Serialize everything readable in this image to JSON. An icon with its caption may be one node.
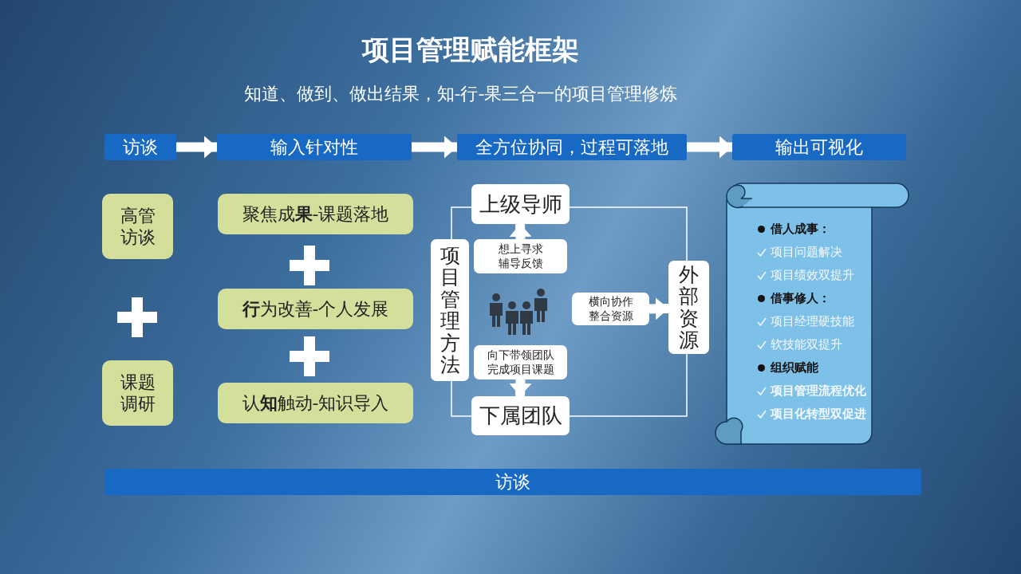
{
  "diagram": {
    "title": "项目管理赋能框架",
    "nodes": [
      {
        "text": [
          "访谈"
        ]
      },
      {
        "text": [
          "输入针对性"
        ]
      },
      {
        "text": [
          "全方位协同，过程可落地"
        ]
      },
      {
        "text": [
          "输出可视化"
        ]
      },
      {
        "text": [
          "高管访谈"
        ]
      },
      {
        "text": [
          "课题调研"
        ]
      },
      {
        "text": [
          "聚焦成**果**-课题落地"
        ]
      },
      {
        "text": [
          "**行**为改善-个人发展"
        ]
      },
      {
        "text": [
          "认**知**触动-知识导入"
        ]
      },
      {
        "text": [
          "上级导师"
        ]
      },
      {
        "text": [
          "想上寻求辅导反馈"
        ]
      },
      {
        "text": [
          "项目管理方法"
        ]
      },
      {
        "text": [
          "横向协作整合资源"
        ]
      },
      {
        "text": [
          "外部资源"
        ]
      },
      {
        "text": [
          "向下带领团队完成项目课题"
        ]
      },
      {
        "text": [
          "下属团队"
        ]
      },
      {
        "text": [
          "借人成事：",
          "项目问题解决",
          "项目绩效双提升",
          "借事修人：",
          "项目经理硬技能",
          "软技能双提升",
          "组织赋能",
          "项目管理流程优化",
          "项目化转型双促进"
        ]
      },
      {
        "text": [
          "访谈"
        ]
      }
    ],
    "edges": [
      {
        "from": 0,
        "to": 1,
        "arrow": "to"
      },
      {
        "from": 1,
        "to": 2,
        "arrow": "to"
      },
      {
        "from": 2,
        "to": 3,
        "arrow": "to"
      },
      {
        "from": 10,
        "to": 9,
        "arrow": "to"
      },
      {
        "from": 14,
        "to": 15,
        "arrow": "to"
      },
      {
        "from": 12,
        "to": 13,
        "arrow": "to"
      },
      {
        "from": 9,
        "to": 13,
        "arrow": "none"
      },
      {
        "from": 13,
        "to": 15,
        "arrow": "none"
      },
      {
        "from": 15,
        "to": 11,
        "arrow": "none"
      },
      {
        "from": 11,
        "to": 9,
        "arrow": "none"
      }
    ],
    "labels": [
      "知道、做到、做出结果，知-行-果三合一的项目管理修炼"
    ]
  }
}
